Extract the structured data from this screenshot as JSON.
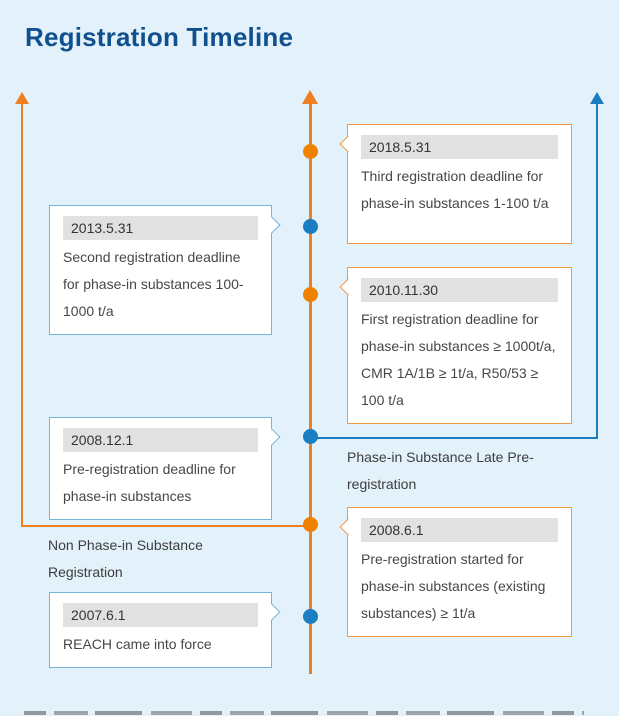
{
  "title": "Registration Timeline",
  "colors": {
    "background": "#e3f1fa",
    "title": "#11508e",
    "orange_axis": "#ee7f22",
    "orange_dot": "#ee8200",
    "blue_axis": "#1b7dc2",
    "orange_box_border": "#f09a45",
    "blue_box_border": "#74b5dc",
    "date_bar_bg": "#e1e1e1",
    "body_text": "#474747"
  },
  "axis_labels": {
    "left": "Non Phase-in Substance Registration",
    "right": "Phase-in Substance Late Pre-registration"
  },
  "events": [
    {
      "date": "2018.5.31",
      "description": "Third registration deadline for phase-in substances 1-100 t/a",
      "side": "right",
      "color": "orange"
    },
    {
      "date": "2013.5.31",
      "description": "Second registration deadline for phase-in substances 100-1000 t/a",
      "side": "left",
      "color": "blue"
    },
    {
      "date": "2010.11.30",
      "description": "First registration deadline for phase-in substances ≥ 1000t/a, CMR 1A/1B ≥ 1t/a, R50/53 ≥ 100 t/a",
      "side": "right",
      "color": "orange"
    },
    {
      "date": "2008.12.1",
      "description": "Pre-registration deadline for phase-in substances",
      "side": "left",
      "color": "blue"
    },
    {
      "date": "2008.6.1",
      "description": "Pre-registration started for phase-in substances (existing substances) ≥ 1t/a",
      "side": "right",
      "color": "orange"
    },
    {
      "date": "2007.6.1",
      "description": "REACH came into force",
      "side": "left",
      "color": "blue"
    }
  ]
}
